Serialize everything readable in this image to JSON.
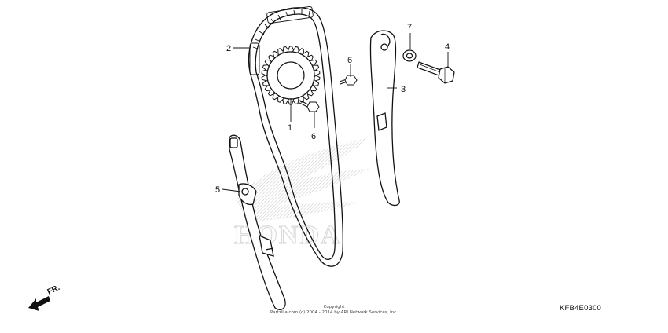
{
  "diagram": {
    "callouts": [
      {
        "id": "1",
        "label": "1"
      },
      {
        "id": "2",
        "label": "2"
      },
      {
        "id": "3",
        "label": "3"
      },
      {
        "id": "4",
        "label": "4"
      },
      {
        "id": "5",
        "label": "5"
      },
      {
        "id": "6a",
        "label": "6"
      },
      {
        "id": "6b",
        "label": "6"
      },
      {
        "id": "7",
        "label": "7"
      }
    ],
    "direction_label": "FR.",
    "diagram_code": "KFB4E0300",
    "watermark_text": "HONDA",
    "copyright_line1": "Copyright",
    "copyright_line2": "Partzilla.com (c) 2004 - 2014 by ARI Network Services, Inc."
  }
}
